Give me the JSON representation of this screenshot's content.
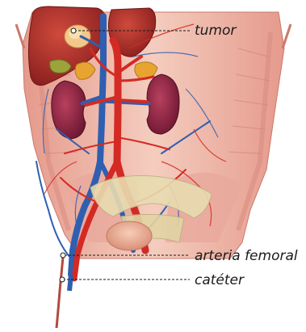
{
  "labels": {
    "tumor": "tumor",
    "femoral_artery": "arteria femoral",
    "catheter": "catéter"
  },
  "colors": {
    "muscle": "#e9a79a",
    "muscle_light": "#f3c9bd",
    "liver": "#b4322c",
    "kidney": "#8e1f3b",
    "adrenal": "#e7a431",
    "gallbladder": "#9aa43a",
    "aorta": "#d42a24",
    "vena_cava": "#2f5fb0",
    "bone": "#e8dcb0",
    "bladder": "#f0b39a",
    "catheter": "#b24a3e",
    "tumor": "#f2c98a"
  }
}
